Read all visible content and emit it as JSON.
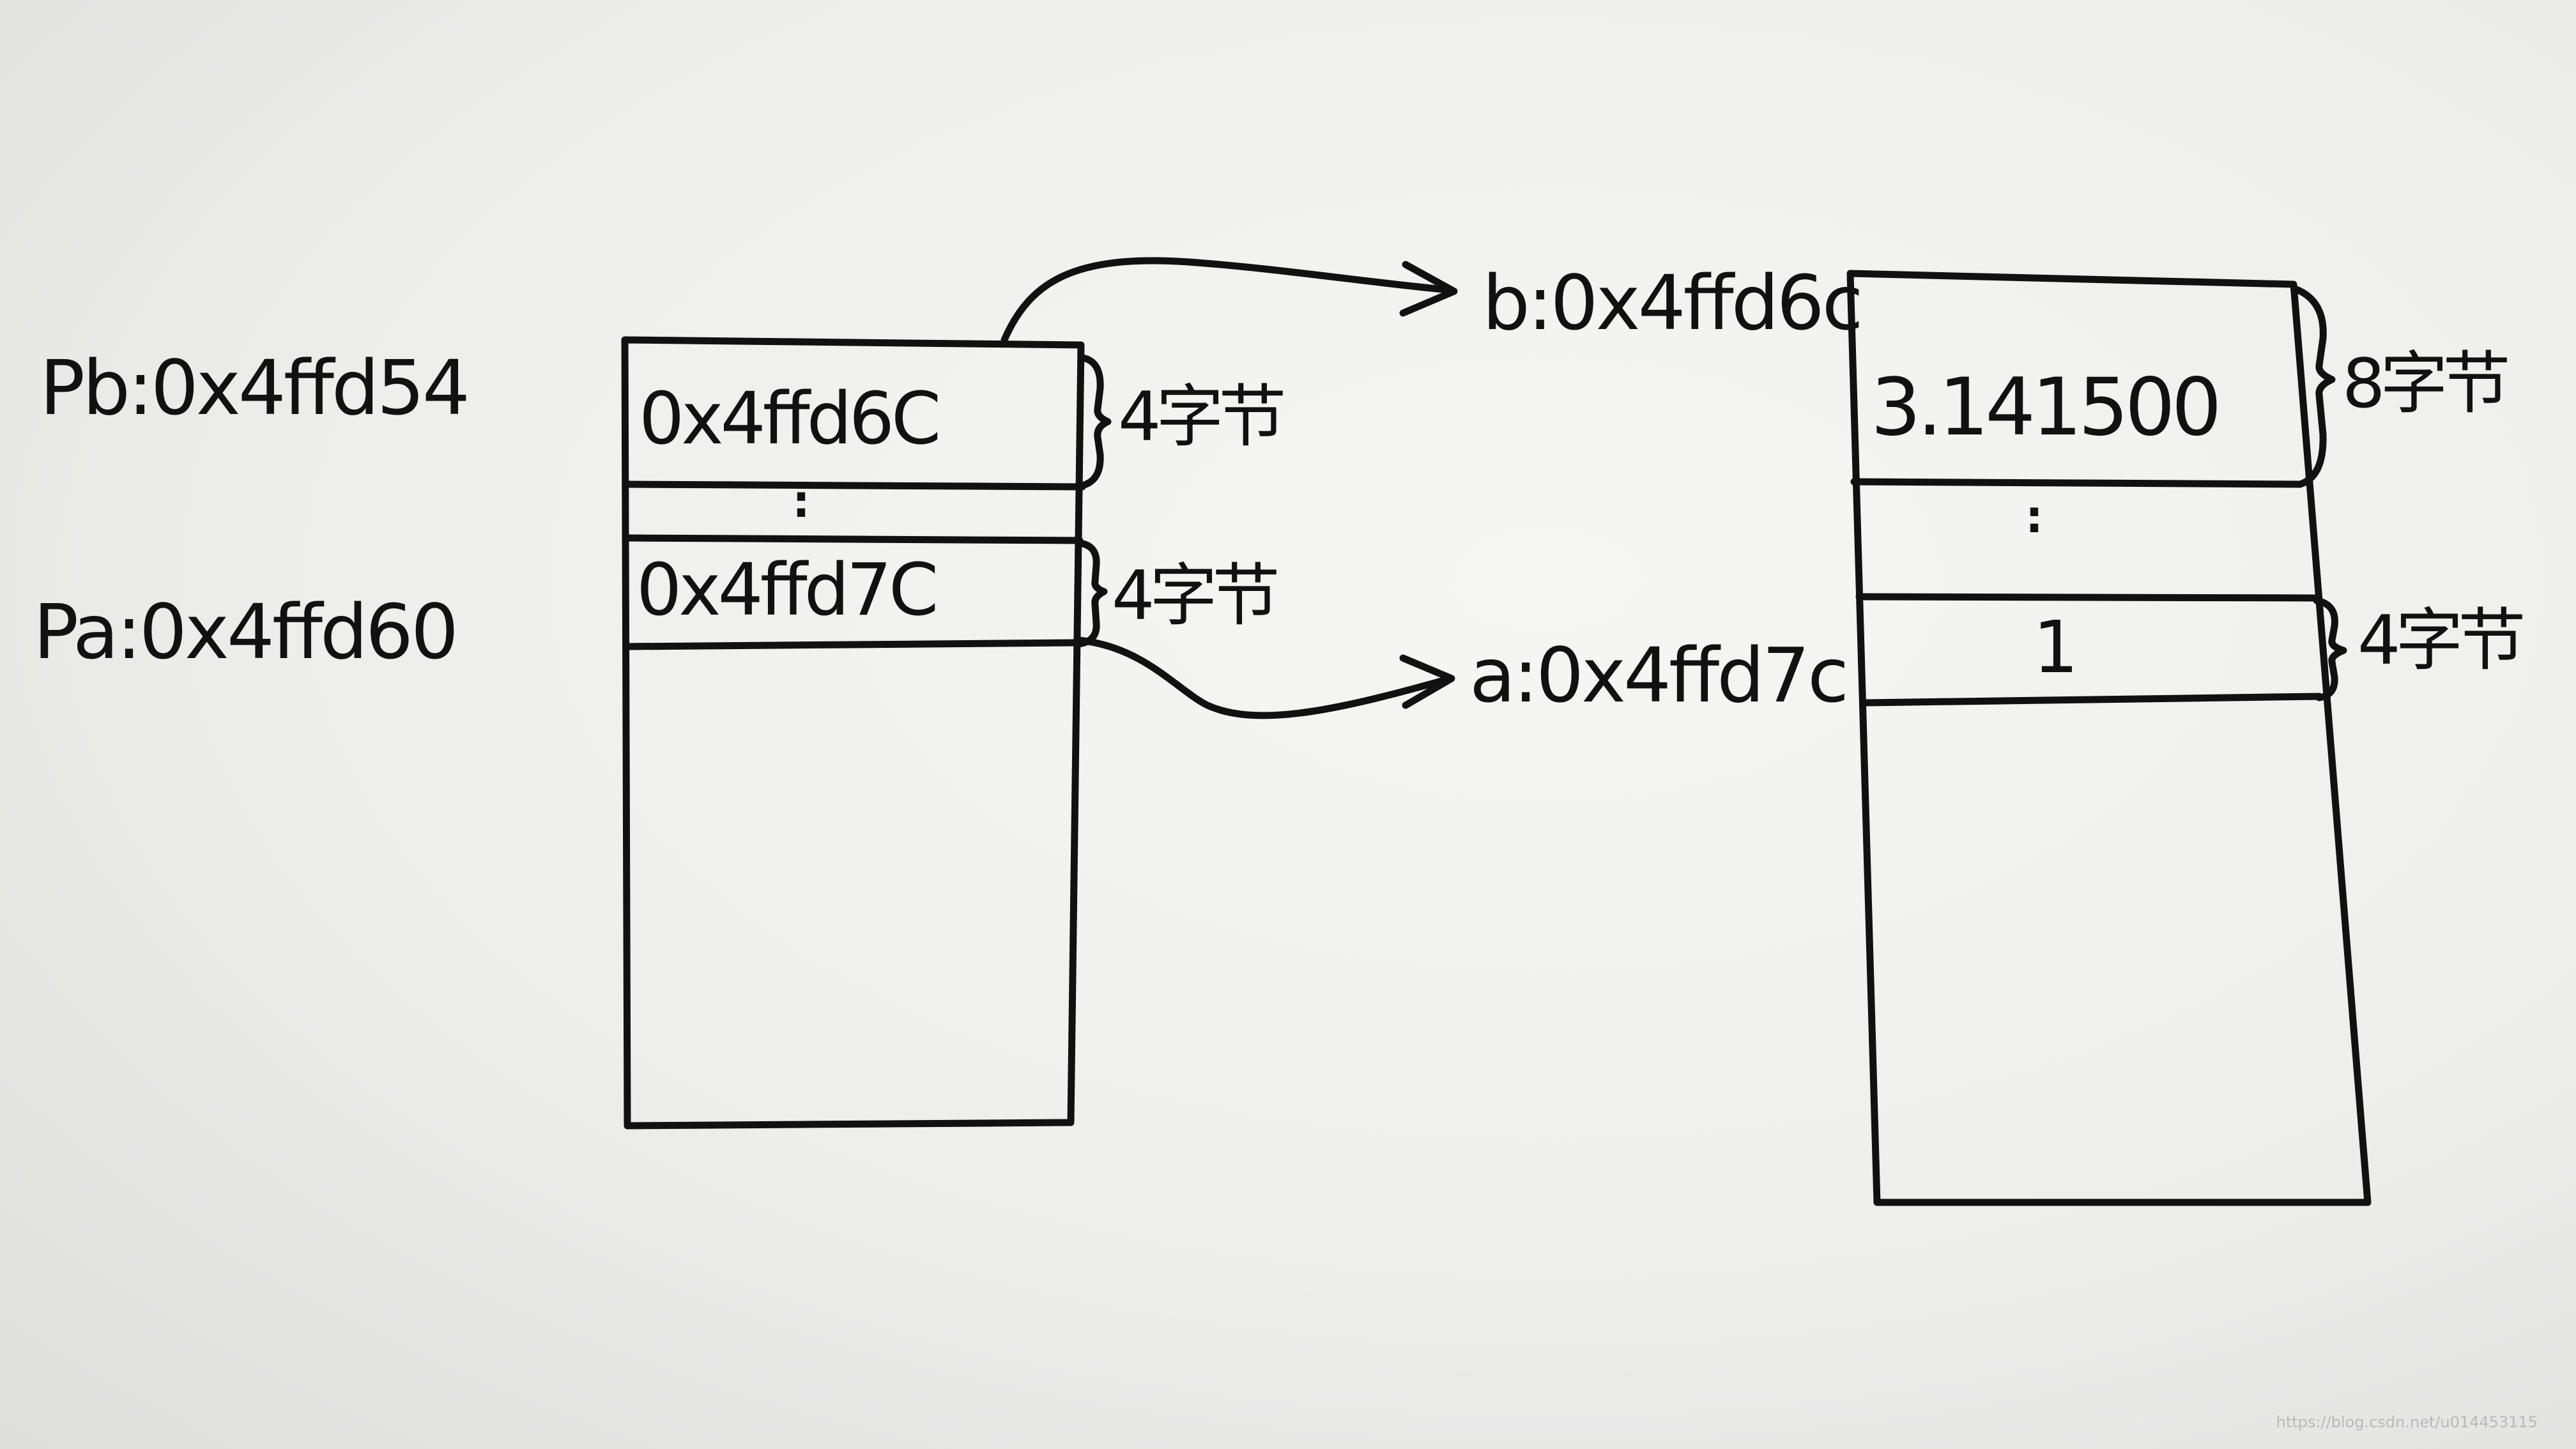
{
  "pointers": {
    "pb": {
      "label": "Pb:0x4ffd54",
      "stored_value": "0x4ffd6C",
      "size_label": "4字节"
    },
    "pa": {
      "label": "Pa:0x4ffd60",
      "stored_value": "0x4ffd7C",
      "size_label": "4字节"
    }
  },
  "variables": {
    "b": {
      "label": "b:0x4ffd6c",
      "stored_value": "3.141500",
      "size_label": "8字节"
    },
    "a": {
      "label": "a:0x4ffd7c",
      "stored_value": "1",
      "size_label": "4字节"
    }
  },
  "ellipsis": ":",
  "watermark": "https://blog.csdn.net/u014453115",
  "colors": {
    "paper": "#efefed",
    "ink": "#111111"
  }
}
